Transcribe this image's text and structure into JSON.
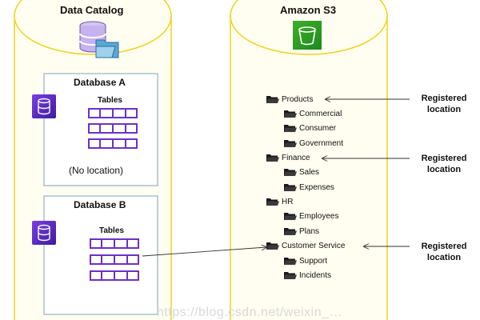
{
  "catalog": {
    "title": "Data Catalog",
    "databases": [
      {
        "name": "Database A",
        "tables_label": "Tables",
        "note": "(No location)"
      },
      {
        "name": "Database B",
        "tables_label": "Tables"
      }
    ]
  },
  "s3": {
    "title": "Amazon S3",
    "folders": [
      {
        "label": "Products",
        "level": 0
      },
      {
        "label": "Commercial",
        "level": 1
      },
      {
        "label": "Consumer",
        "level": 1
      },
      {
        "label": "Government",
        "level": 1
      },
      {
        "label": "Finance",
        "level": 0
      },
      {
        "label": "Sales",
        "level": 1
      },
      {
        "label": "Expenses",
        "level": 1
      },
      {
        "label": "HR",
        "level": 0
      },
      {
        "label": "Employees",
        "level": 1
      },
      {
        "label": "Plans",
        "level": 1
      },
      {
        "label": "Customer Service",
        "level": 0
      },
      {
        "label": "Support",
        "level": 1
      },
      {
        "label": "Incidents",
        "level": 1
      }
    ]
  },
  "registered_locations": [
    {
      "line1": "Registered",
      "line2": "location"
    },
    {
      "line1": "Registered",
      "line2": "location"
    },
    {
      "line1": "Registered",
      "line2": "location"
    }
  ],
  "watermark": "https://blog.csdn.net/weixin_…",
  "colors": {
    "cylinder_fill": "#fffef0",
    "cylinder_stroke": "#f2d21b",
    "box_stroke": "#8fb3c8",
    "table_purple": "#6a32c8",
    "s3_green": "#2e9e22"
  }
}
